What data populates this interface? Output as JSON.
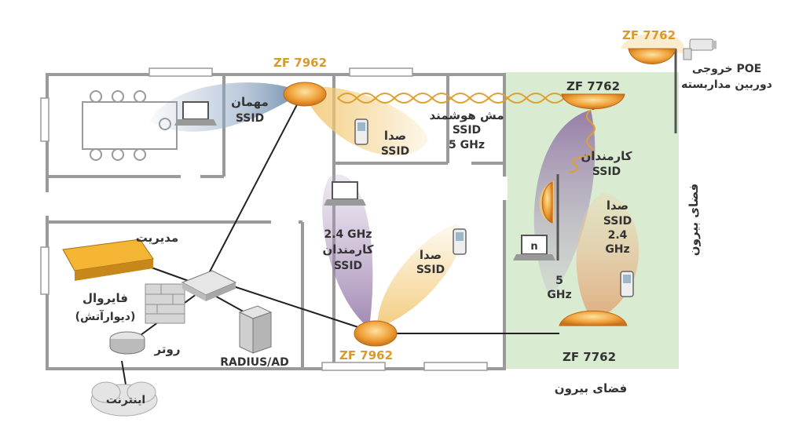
{
  "colors": {
    "accent": "#d89a2e",
    "outdoor_zone": "#d9ecd2",
    "wall": "#9a9a9a",
    "beam_guest": "#8fa8c4",
    "beam_voice": "#f2c873",
    "beam_staff": "#a98fb8",
    "link": "#222222"
  },
  "access_points": {
    "ap_top_indoor": "ZF 7962",
    "ap_bottom_indoor": "ZF 7962",
    "ap_outdoor_top": "ZF 7762",
    "ap_outdoor_bottom": "ZF 7762",
    "ap_camera": "ZF 7762"
  },
  "labels": {
    "guest": "مهمان",
    "ssid": "SSID",
    "voice": "صدا",
    "smart_mesh": "مش هوشمند",
    "ghz5": "5 GHz",
    "ghz24": "2.4 GHz",
    "staff": "کارمندان",
    "ghz24_line1": "2.4",
    "ghz24_line2": "GHz",
    "ghz5_line1": "5",
    "ghz5_line2": "GHz",
    "management": "مدیریت",
    "firewall": "فایروال",
    "firewall_sub": "(دیوارآتش)",
    "router": "روتر",
    "internet": "اینترنت",
    "radius": "RADIUS/AD",
    "outdoor": "فضای بیرون",
    "outdoor_space_bottom": "فضای بیرون",
    "poe_line1": "خروجی POE",
    "poe_line2": "دوربین مداربسته",
    "laptop_badge": "n"
  }
}
